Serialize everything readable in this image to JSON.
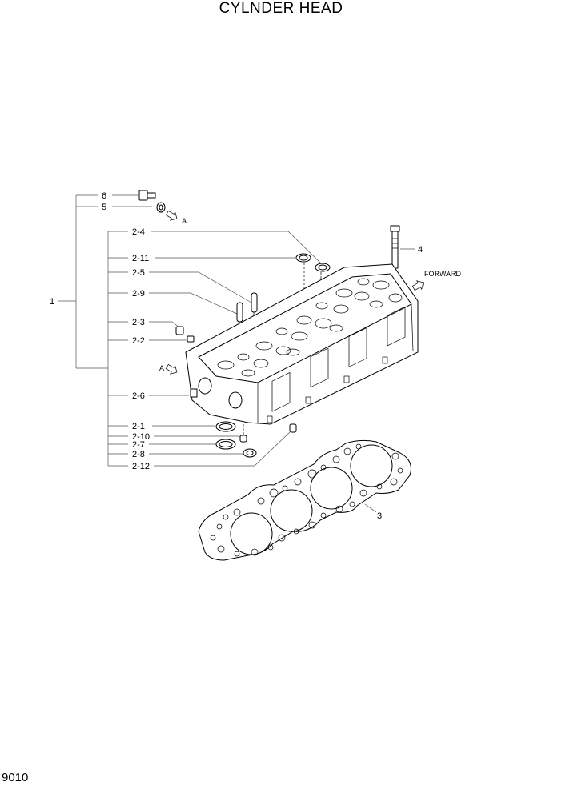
{
  "title": "CYLNDER HEAD",
  "page_number": "9010",
  "callouts": {
    "p1": "1",
    "p2_1": "2-1",
    "p2_2": "2-2",
    "p2_3": "2-3",
    "p2_4": "2-4",
    "p2_5": "2-5",
    "p2_6": "2-6",
    "p2_7": "2-7",
    "p2_8": "2-8",
    "p2_9": "2-9",
    "p2_10": "2-10",
    "p2_11": "2-11",
    "p2_12": "2-12",
    "p3": "3",
    "p4": "4",
    "p5": "5",
    "p6": "6"
  },
  "annotations": {
    "forward": "FORWARD",
    "view_a_top": "A",
    "view_a_side": "A"
  }
}
